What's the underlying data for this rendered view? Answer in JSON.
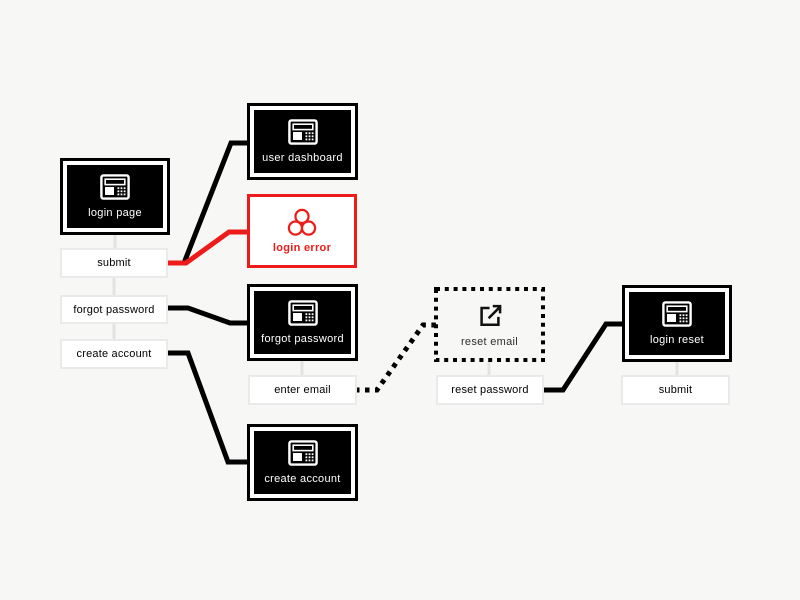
{
  "diagram": {
    "screens": {
      "login_page": {
        "label": "login page",
        "icon": "browser-icon"
      },
      "user_dashboard": {
        "label": "user dashboard",
        "icon": "browser-icon"
      },
      "login_error": {
        "label": "login error",
        "icon": "error-circles-icon"
      },
      "forgot_password": {
        "label": "forgot password",
        "icon": "browser-icon"
      },
      "create_account": {
        "label": "create account",
        "icon": "browser-icon"
      },
      "reset_email": {
        "label": "reset email",
        "icon": "external-link-icon"
      },
      "login_reset": {
        "label": "login reset",
        "icon": "browser-icon"
      }
    },
    "actions": {
      "submit": {
        "label": "submit"
      },
      "forgot_password": {
        "label": "forgot password"
      },
      "create_account": {
        "label": "create account"
      },
      "enter_email": {
        "label": "enter email"
      },
      "reset_password": {
        "label": "reset password"
      },
      "submit_reset": {
        "label": "submit"
      }
    },
    "edges": [
      {
        "from": "submit action",
        "to": "user dashboard screen",
        "style": "solid",
        "color": "#000000"
      },
      {
        "from": "submit action",
        "to": "login error screen",
        "style": "solid",
        "color": "#ed1c1a"
      },
      {
        "from": "forgot password action",
        "to": "forgot password screen",
        "style": "solid",
        "color": "#000000"
      },
      {
        "from": "create account action",
        "to": "create account screen",
        "style": "solid",
        "color": "#000000"
      },
      {
        "from": "enter email action",
        "to": "reset email screen",
        "style": "dotted",
        "color": "#000000"
      },
      {
        "from": "reset password action",
        "to": "login reset screen",
        "style": "solid",
        "color": "#000000"
      }
    ],
    "colors": {
      "background": "#f7f7f6",
      "node_black": "#000000",
      "error_red": "#ed1c1a",
      "action_bg": "#ffffff",
      "action_border": "#eaeaea",
      "stub_gray": "#e3e3e3"
    }
  }
}
